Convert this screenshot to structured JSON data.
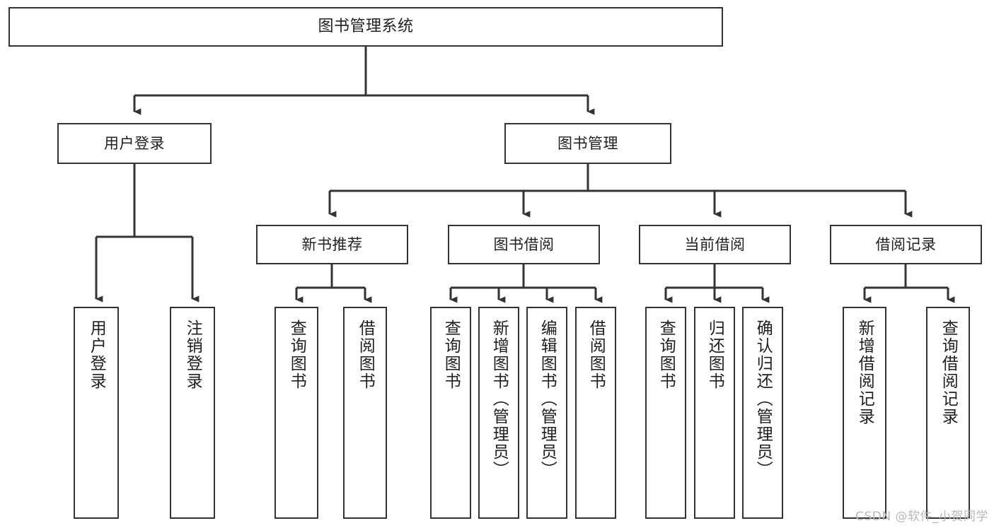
{
  "diagram": {
    "title": "图书管理系统",
    "type": "tree",
    "watermark": "CSDN @软件_小贺同学",
    "colors": {
      "box_border": "#333333",
      "box_fill": "#ffffff",
      "edge": "#333333",
      "text": "#1f1f1f",
      "watermark": "#b9b9b9",
      "background": "#ffffff"
    },
    "nodes": {
      "root": {
        "label": "图书管理系统",
        "level": 0,
        "orientation": "horizontal"
      },
      "l1": [
        {
          "id": "user_login",
          "label": "用户登录",
          "orientation": "horizontal"
        },
        {
          "id": "book_mgmt",
          "label": "图书管理",
          "orientation": "horizontal"
        }
      ],
      "l2": [
        {
          "id": "new_book_rec",
          "label": "新书推荐",
          "orientation": "horizontal",
          "parent": "book_mgmt"
        },
        {
          "id": "book_borrow",
          "label": "图书借阅",
          "orientation": "horizontal",
          "parent": "book_mgmt"
        },
        {
          "id": "current_borrow",
          "label": "当前借阅",
          "orientation": "horizontal",
          "parent": "book_mgmt"
        },
        {
          "id": "borrow_record",
          "label": "借阅记录",
          "orientation": "horizontal",
          "parent": "book_mgmt"
        }
      ],
      "leaves": [
        {
          "id": "leaf_user_login",
          "label": "用户登录",
          "parent": "user_login"
        },
        {
          "id": "leaf_user_logout",
          "label": "注销登录",
          "parent": "user_login"
        },
        {
          "id": "leaf_query_book_1",
          "label": "查询图书",
          "parent": "new_book_rec"
        },
        {
          "id": "leaf_borrow_book_1",
          "label": "借阅图书",
          "parent": "new_book_rec"
        },
        {
          "id": "leaf_query_book_2",
          "label": "查询图书",
          "parent": "book_borrow"
        },
        {
          "id": "leaf_add_book",
          "label": "新增图书（管理员）",
          "parent": "book_borrow"
        },
        {
          "id": "leaf_edit_book",
          "label": "编辑图书（管理员）",
          "parent": "book_borrow"
        },
        {
          "id": "leaf_borrow_book_2",
          "label": "借阅图书",
          "parent": "book_borrow"
        },
        {
          "id": "leaf_query_book_3",
          "label": "查询图书",
          "parent": "current_borrow"
        },
        {
          "id": "leaf_return_book",
          "label": "归还图书",
          "parent": "current_borrow"
        },
        {
          "id": "leaf_confirm_return",
          "label": "确认归还（管理员）",
          "parent": "current_borrow"
        },
        {
          "id": "leaf_add_record",
          "label": "新增借阅记录",
          "parent": "borrow_record"
        },
        {
          "id": "leaf_query_record",
          "label": "查询借阅记录",
          "parent": "borrow_record"
        }
      ]
    }
  }
}
